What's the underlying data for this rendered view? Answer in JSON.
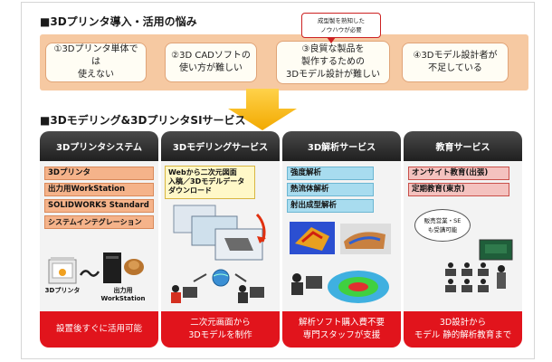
{
  "section1": {
    "title": "■3Dプリンタ導入・活用の悩み"
  },
  "callout": {
    "text_line1": "成型製を熟知した",
    "text_line2": "ノウハウが必要"
  },
  "problems": [
    {
      "line1": "①3Dプリンタ単体では",
      "line2": "使えない",
      "line3": ""
    },
    {
      "line1": "②3D CADソフトの",
      "line2": "使い方が難しい",
      "line3": ""
    },
    {
      "line1": "③良質な製品を",
      "line2": "製作するための",
      "line3": "3Dモデル設計が難しい"
    },
    {
      "line1": "④3Dモデル設計者が",
      "line2": "不足している",
      "line3": ""
    }
  ],
  "section2": {
    "title": "■3Dモデリング&3DプリンタSIサービス"
  },
  "columns": [
    {
      "header": "3Dプリンタシステム",
      "items": [
        "3Dプリンタ",
        "出力用WorkStation",
        "SOLIDWORKS Standard",
        "システムインテグレーション"
      ],
      "labels": {
        "printer": "3Dプリンタ",
        "workstation_line1": "出力用",
        "workstation_line2": "WorkStation"
      },
      "footer_line1": "設置後すぐに活用可能",
      "footer_line2": ""
    },
    {
      "header": "3Dモデリングサービス",
      "web_box": {
        "line1": "Webから二次元図面",
        "line2": "入稿／3Dモデルデータ",
        "line3": "ダウンロード"
      },
      "footer_line1": "二次元画面から",
      "footer_line2": "3Dモデルを制作"
    },
    {
      "header": "3D解析サービス",
      "items": [
        "強度解析",
        "熱流体解析",
        "射出成型解析"
      ],
      "footer_line1": "解析ソフト購入費不要",
      "footer_line2": "専門スタッフが支援"
    },
    {
      "header": "教育サービス",
      "items": [
        "オンサイト教育(出張)",
        "定期教育(東京)"
      ],
      "bubble": {
        "line1": "販売営業・SE",
        "line2": "も受講可能"
      },
      "footer_line1": "3D設計から",
      "footer_line2": "モデル 静的解析教育まで"
    }
  ],
  "colors": {
    "problem_band": "#f6c9a2",
    "arrow": "#f5b800",
    "header_dark": "#2b2b2b",
    "footer_red": "#e1141c",
    "item_orange": "#f5b38a",
    "item_blue": "#a8dcef",
    "item_pink": "#f4c2bf"
  },
  "icons": [
    "down-arrow-icon",
    "3d-printer-icon",
    "workstation-icon",
    "tilde-connector-icon",
    "globe-icon",
    "cad-screenshot-icon",
    "simulation-image-icon",
    "person-at-computer-icon",
    "classroom-icon"
  ]
}
